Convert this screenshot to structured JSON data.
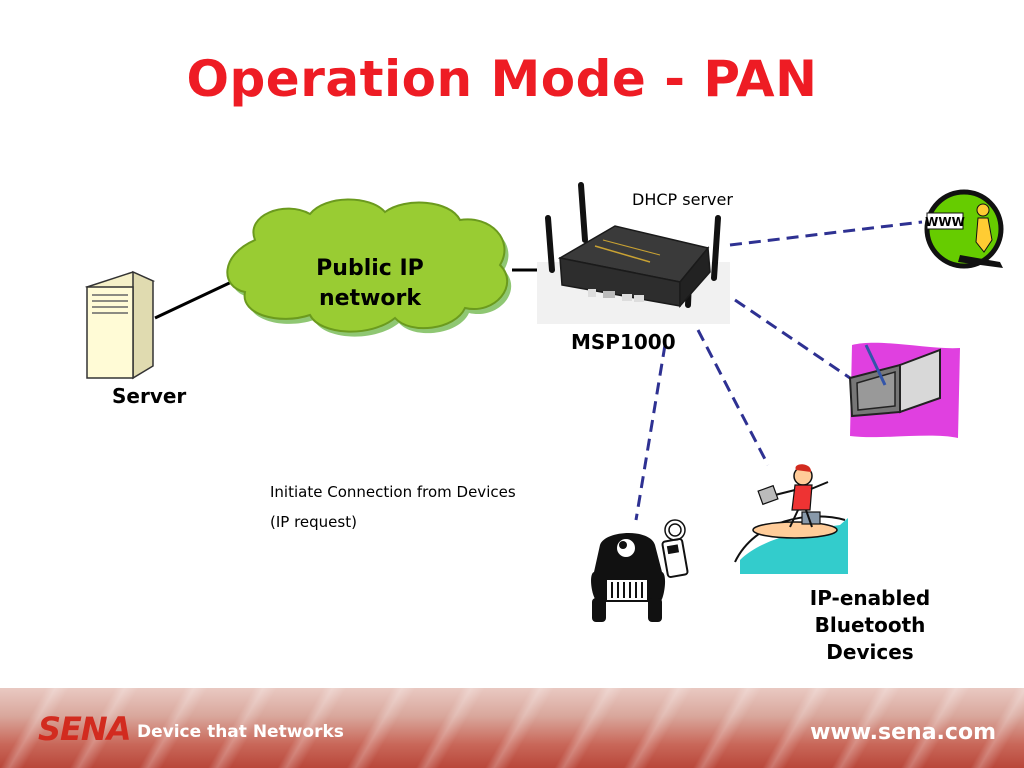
{
  "title": "Operation Mode - PAN",
  "labels": {
    "dhcp": "DHCP server",
    "cloud_line1": "Public IP",
    "cloud_line2": "network",
    "device": "MSP1000",
    "server": "Server",
    "initiate_line1": "Initiate Connection from Devices",
    "initiate_line2": "(IP request)",
    "devices_line1": "IP-enabled",
    "devices_line2": "Bluetooth",
    "devices_line3": "Devices",
    "www": "WWW"
  },
  "footer": {
    "logo": "SENA",
    "slogan": "Device that Networks",
    "url": "www.sena.com"
  },
  "colors": {
    "title": "#ee1c24",
    "cloud": "#99cc33",
    "dashed_link": "#2e3192",
    "pda_bg": "#e040e0",
    "www_icon": "#66cc00"
  }
}
